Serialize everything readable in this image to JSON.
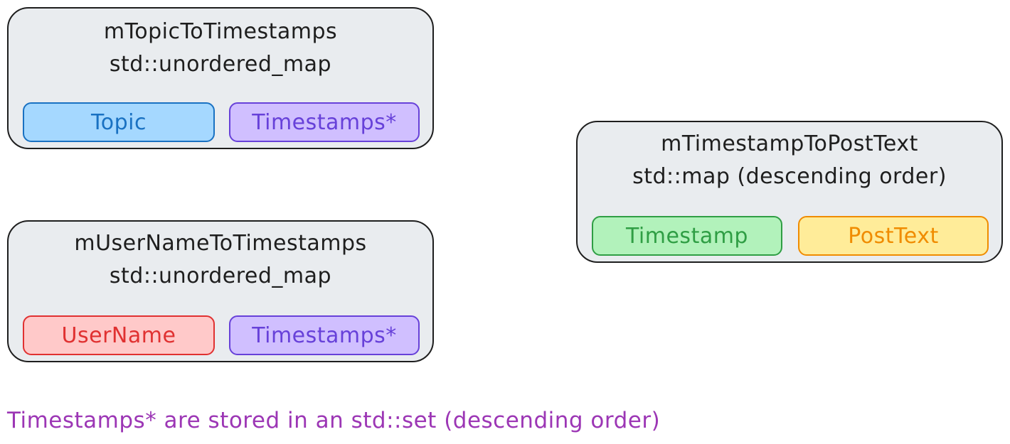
{
  "colors": {
    "panel_fill": "#e9ecef",
    "panel_stroke": "#1e1e1e",
    "blue": "#1971c2",
    "purple": "#6741d9",
    "green": "#2f9e44",
    "orange": "#f08c00",
    "red": "#e03131",
    "note": "#9c36b5"
  },
  "topic_map": {
    "name": "mTopicToTimestamps",
    "type": "std::unordered_map",
    "key": "Topic",
    "value": "Timestamps*"
  },
  "user_map": {
    "name": "mUserNameToTimestamps",
    "type": "std::unordered_map",
    "key": "UserName",
    "value": "Timestamps*"
  },
  "post_map": {
    "name": "mTimestampToPostText",
    "type": "std::map (descending order)",
    "key": "Timestamp",
    "value": "PostText"
  },
  "note": "Timestamps* are stored in an std::set (descending order)"
}
